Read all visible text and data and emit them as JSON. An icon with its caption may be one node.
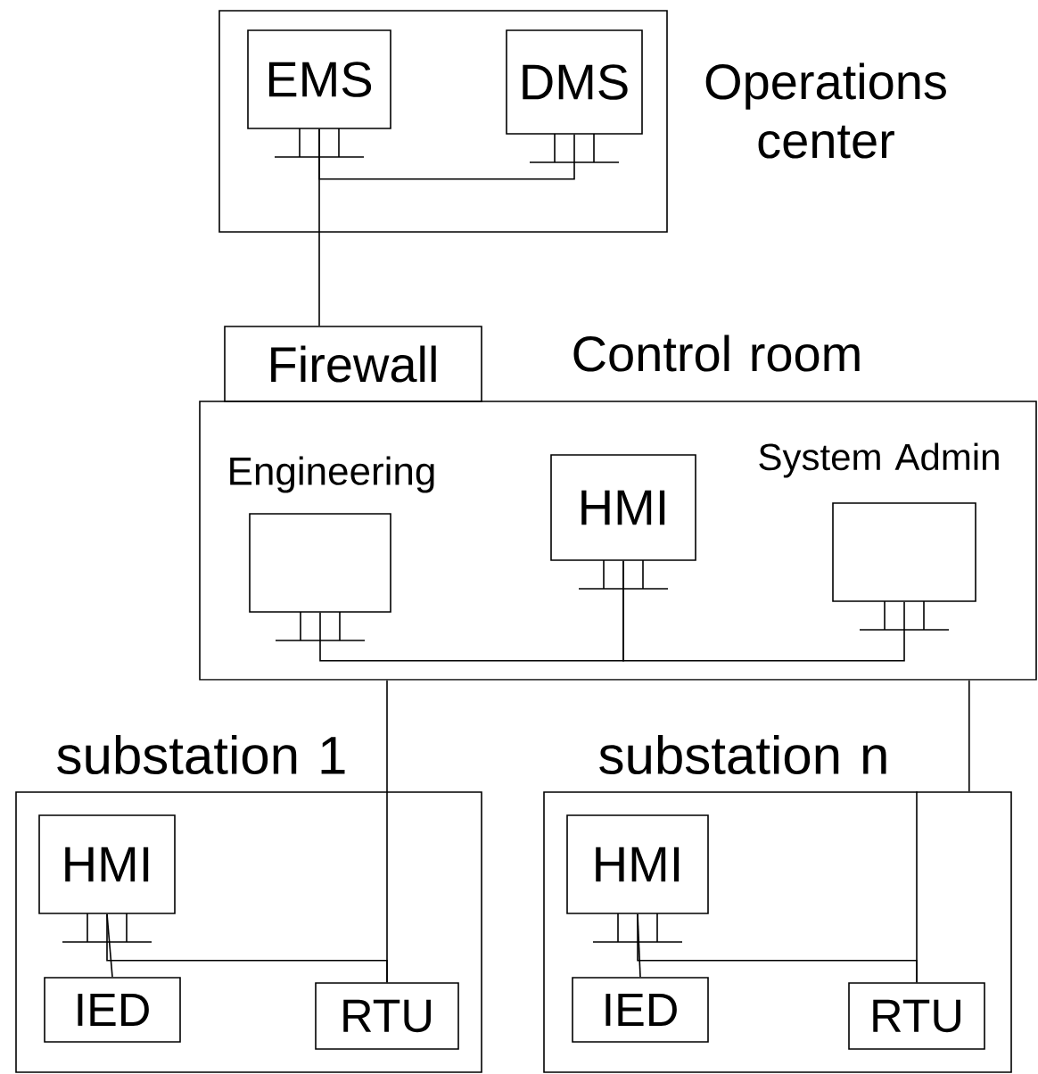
{
  "diagram": {
    "nodes": [
      {
        "text": [
          "Operations center"
        ]
      },
      {
        "text": [
          "EMS"
        ],
        "in": 0
      },
      {
        "text": [
          "DMS"
        ],
        "in": 0
      },
      {
        "text": [
          "Firewall"
        ]
      },
      {
        "text": [
          "Control room"
        ]
      },
      {
        "text": [
          "Engineering"
        ],
        "in": 4
      },
      {
        "text": [
          "HMI"
        ],
        "in": 4
      },
      {
        "text": [
          "System Admin"
        ],
        "in": 4
      },
      {
        "text": [
          "substation 1"
        ]
      },
      {
        "text": [
          "HMI"
        ],
        "in": 8
      },
      {
        "text": [
          "IED"
        ],
        "in": 8
      },
      {
        "text": [
          "RTU"
        ],
        "in": 8
      },
      {
        "text": [
          "substation n"
        ]
      },
      {
        "text": [
          "HMI"
        ],
        "in": 12
      },
      {
        "text": [
          "IED"
        ],
        "in": 12
      },
      {
        "text": [
          "RTU"
        ],
        "in": 12
      }
    ],
    "edges": [
      {
        "from": 1,
        "to": 2,
        "arrow": "none"
      },
      {
        "from": 1,
        "to": 3,
        "arrow": "none"
      },
      {
        "from": 5,
        "to": 6,
        "arrow": "none"
      },
      {
        "from": 6,
        "to": 7,
        "arrow": "none"
      },
      {
        "from": 4,
        "to": 11,
        "arrow": "none"
      },
      {
        "from": 4,
        "to": 12,
        "arrow": "none"
      },
      {
        "from": 12,
        "to": 15,
        "arrow": "none"
      },
      {
        "from": 9,
        "to": 10,
        "arrow": "none"
      },
      {
        "from": 9,
        "to": 11,
        "arrow": "none"
      },
      {
        "from": 13,
        "to": 14,
        "arrow": "none"
      },
      {
        "from": 13,
        "to": 15,
        "arrow": "none"
      }
    ]
  }
}
